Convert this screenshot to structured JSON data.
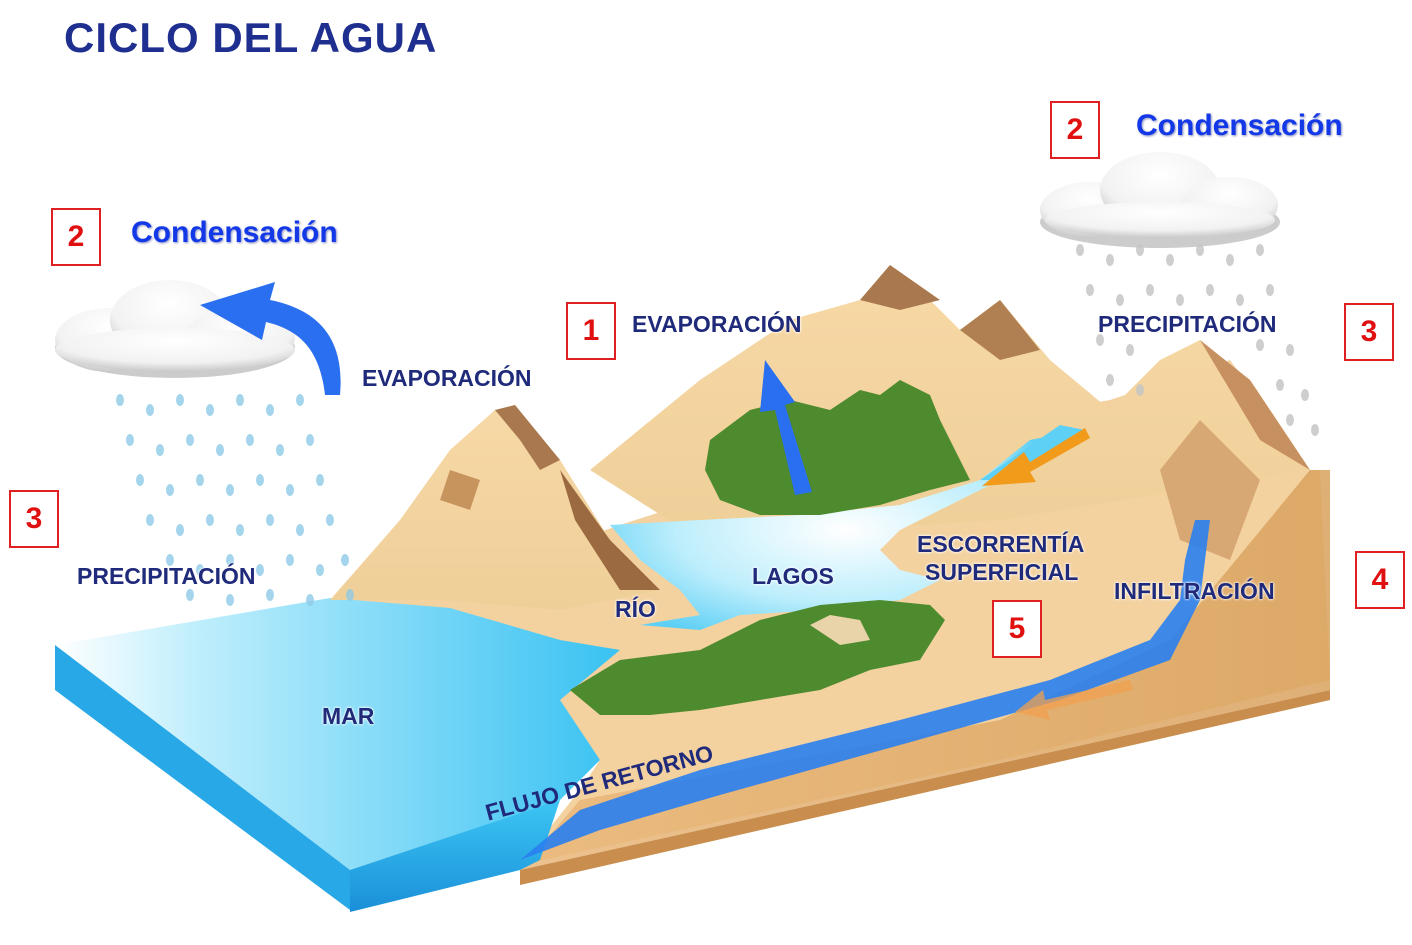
{
  "title": "CICLO DEL AGUA",
  "markers": {
    "one": "1",
    "two": "2",
    "three": "3",
    "four": "4",
    "five": "5"
  },
  "labels": {
    "condensacion": "Condensación",
    "evaporacion": "EVAPORACIÓN",
    "precipitacion": "PRECIPITACIÓN",
    "rio": "RÍO",
    "lagos": "LAGOS",
    "escorrentia_1": "ESCORRENTÍA",
    "escorrentia_2": "SUPERFICIAL",
    "infiltracion": "INFILTRACIÓN",
    "mar": "MAR",
    "flujo": "FLUJO DE RETORNO"
  },
  "colors": {
    "title": "#1f2f8f",
    "label": "#1f2a7a",
    "condensation": "#1238e8",
    "marker": "#e01010",
    "sea": "#1eaee8",
    "sand": "#f2cf9a",
    "vegetation": "#4e8a2e",
    "arrow_blue": "#2a6ff0",
    "arrow_orange": "#f29a1a"
  },
  "icons": [
    "cloud-icon",
    "rain-icon",
    "evaporation-arrow-icon",
    "runoff-arrow-icon",
    "mountain-icon"
  ]
}
